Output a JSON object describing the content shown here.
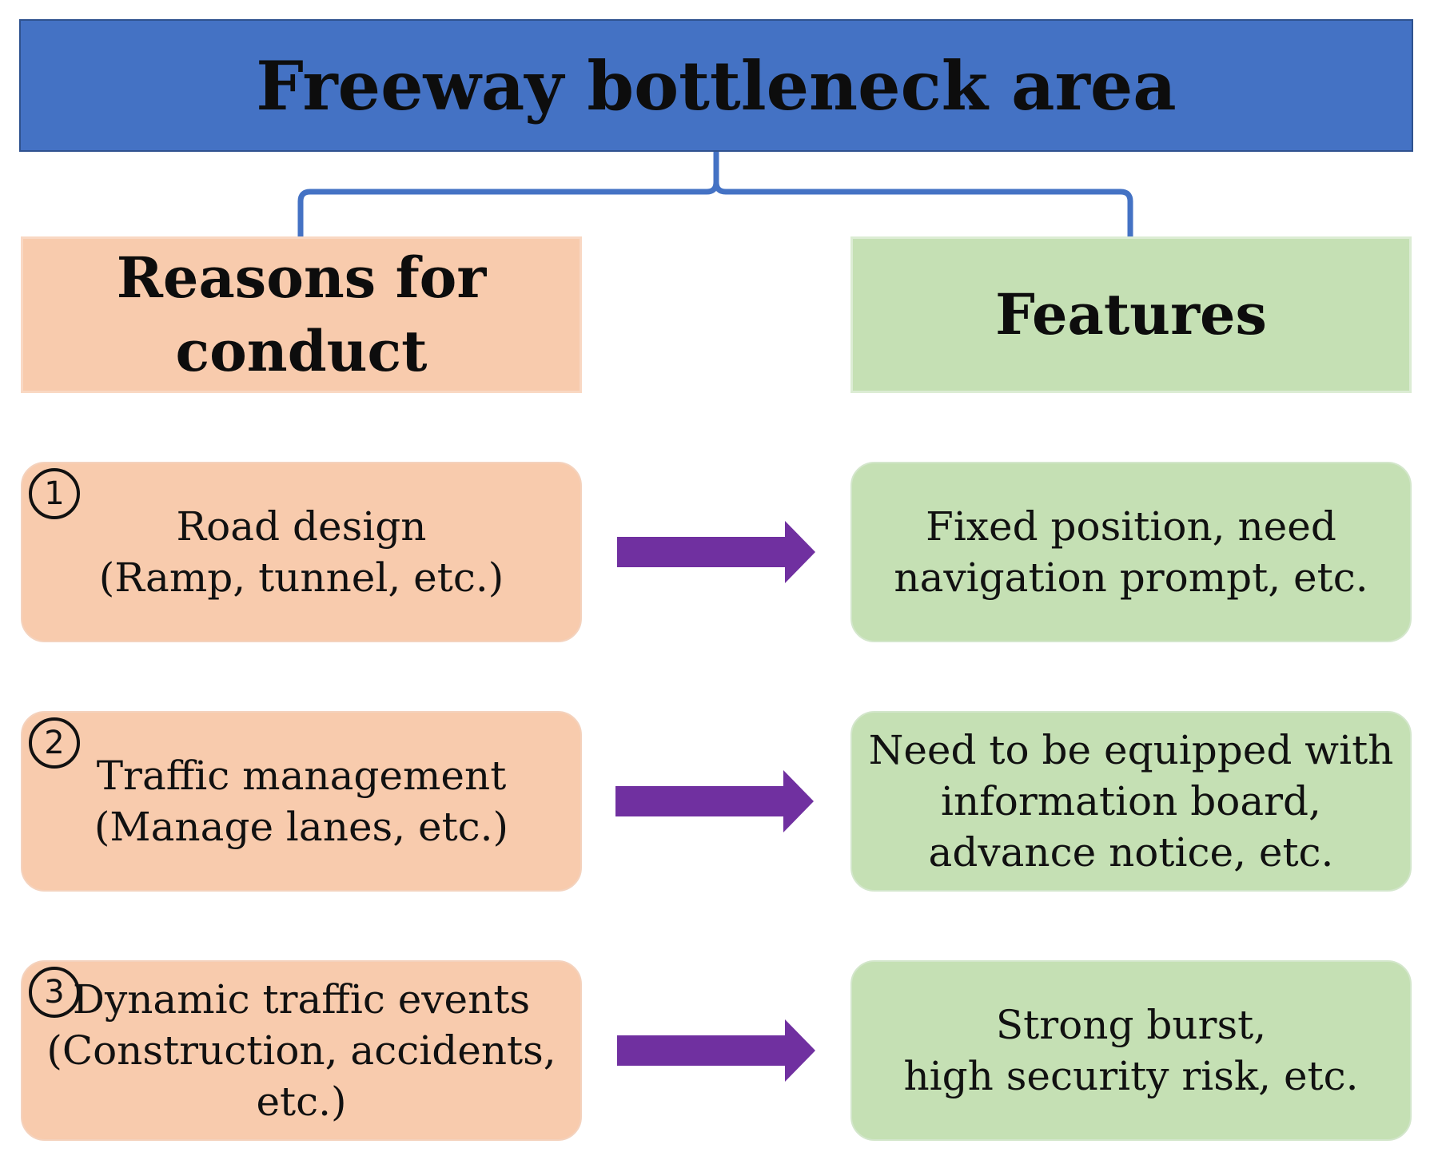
{
  "title": "Freeway bottleneck area",
  "headers": {
    "left": [
      "Reasons for",
      "conduct"
    ],
    "right": [
      "Features"
    ]
  },
  "rows": [
    {
      "badge": "1",
      "reason": [
        "Road design",
        "(Ramp, tunnel, etc.)"
      ],
      "feature": [
        "Fixed position, need",
        "navigation prompt, etc."
      ]
    },
    {
      "badge": "2",
      "reason": [
        "Traffic management",
        "(Manage lanes, etc.)"
      ],
      "feature": [
        "Need to be equipped with",
        "information board,",
        "advance notice, etc."
      ]
    },
    {
      "badge": "3",
      "reason": [
        "Dynamic traffic events",
        "(Construction, accidents,",
        "etc.)"
      ],
      "feature": [
        "Strong burst,",
        "high security risk, etc."
      ]
    }
  ],
  "colors": {
    "title_bg": "#4472c4",
    "bracket": "#4472c4",
    "reason_bg": "#f8cbad",
    "feature_bg": "#c5e0b4",
    "arrow": "#7030a0"
  }
}
